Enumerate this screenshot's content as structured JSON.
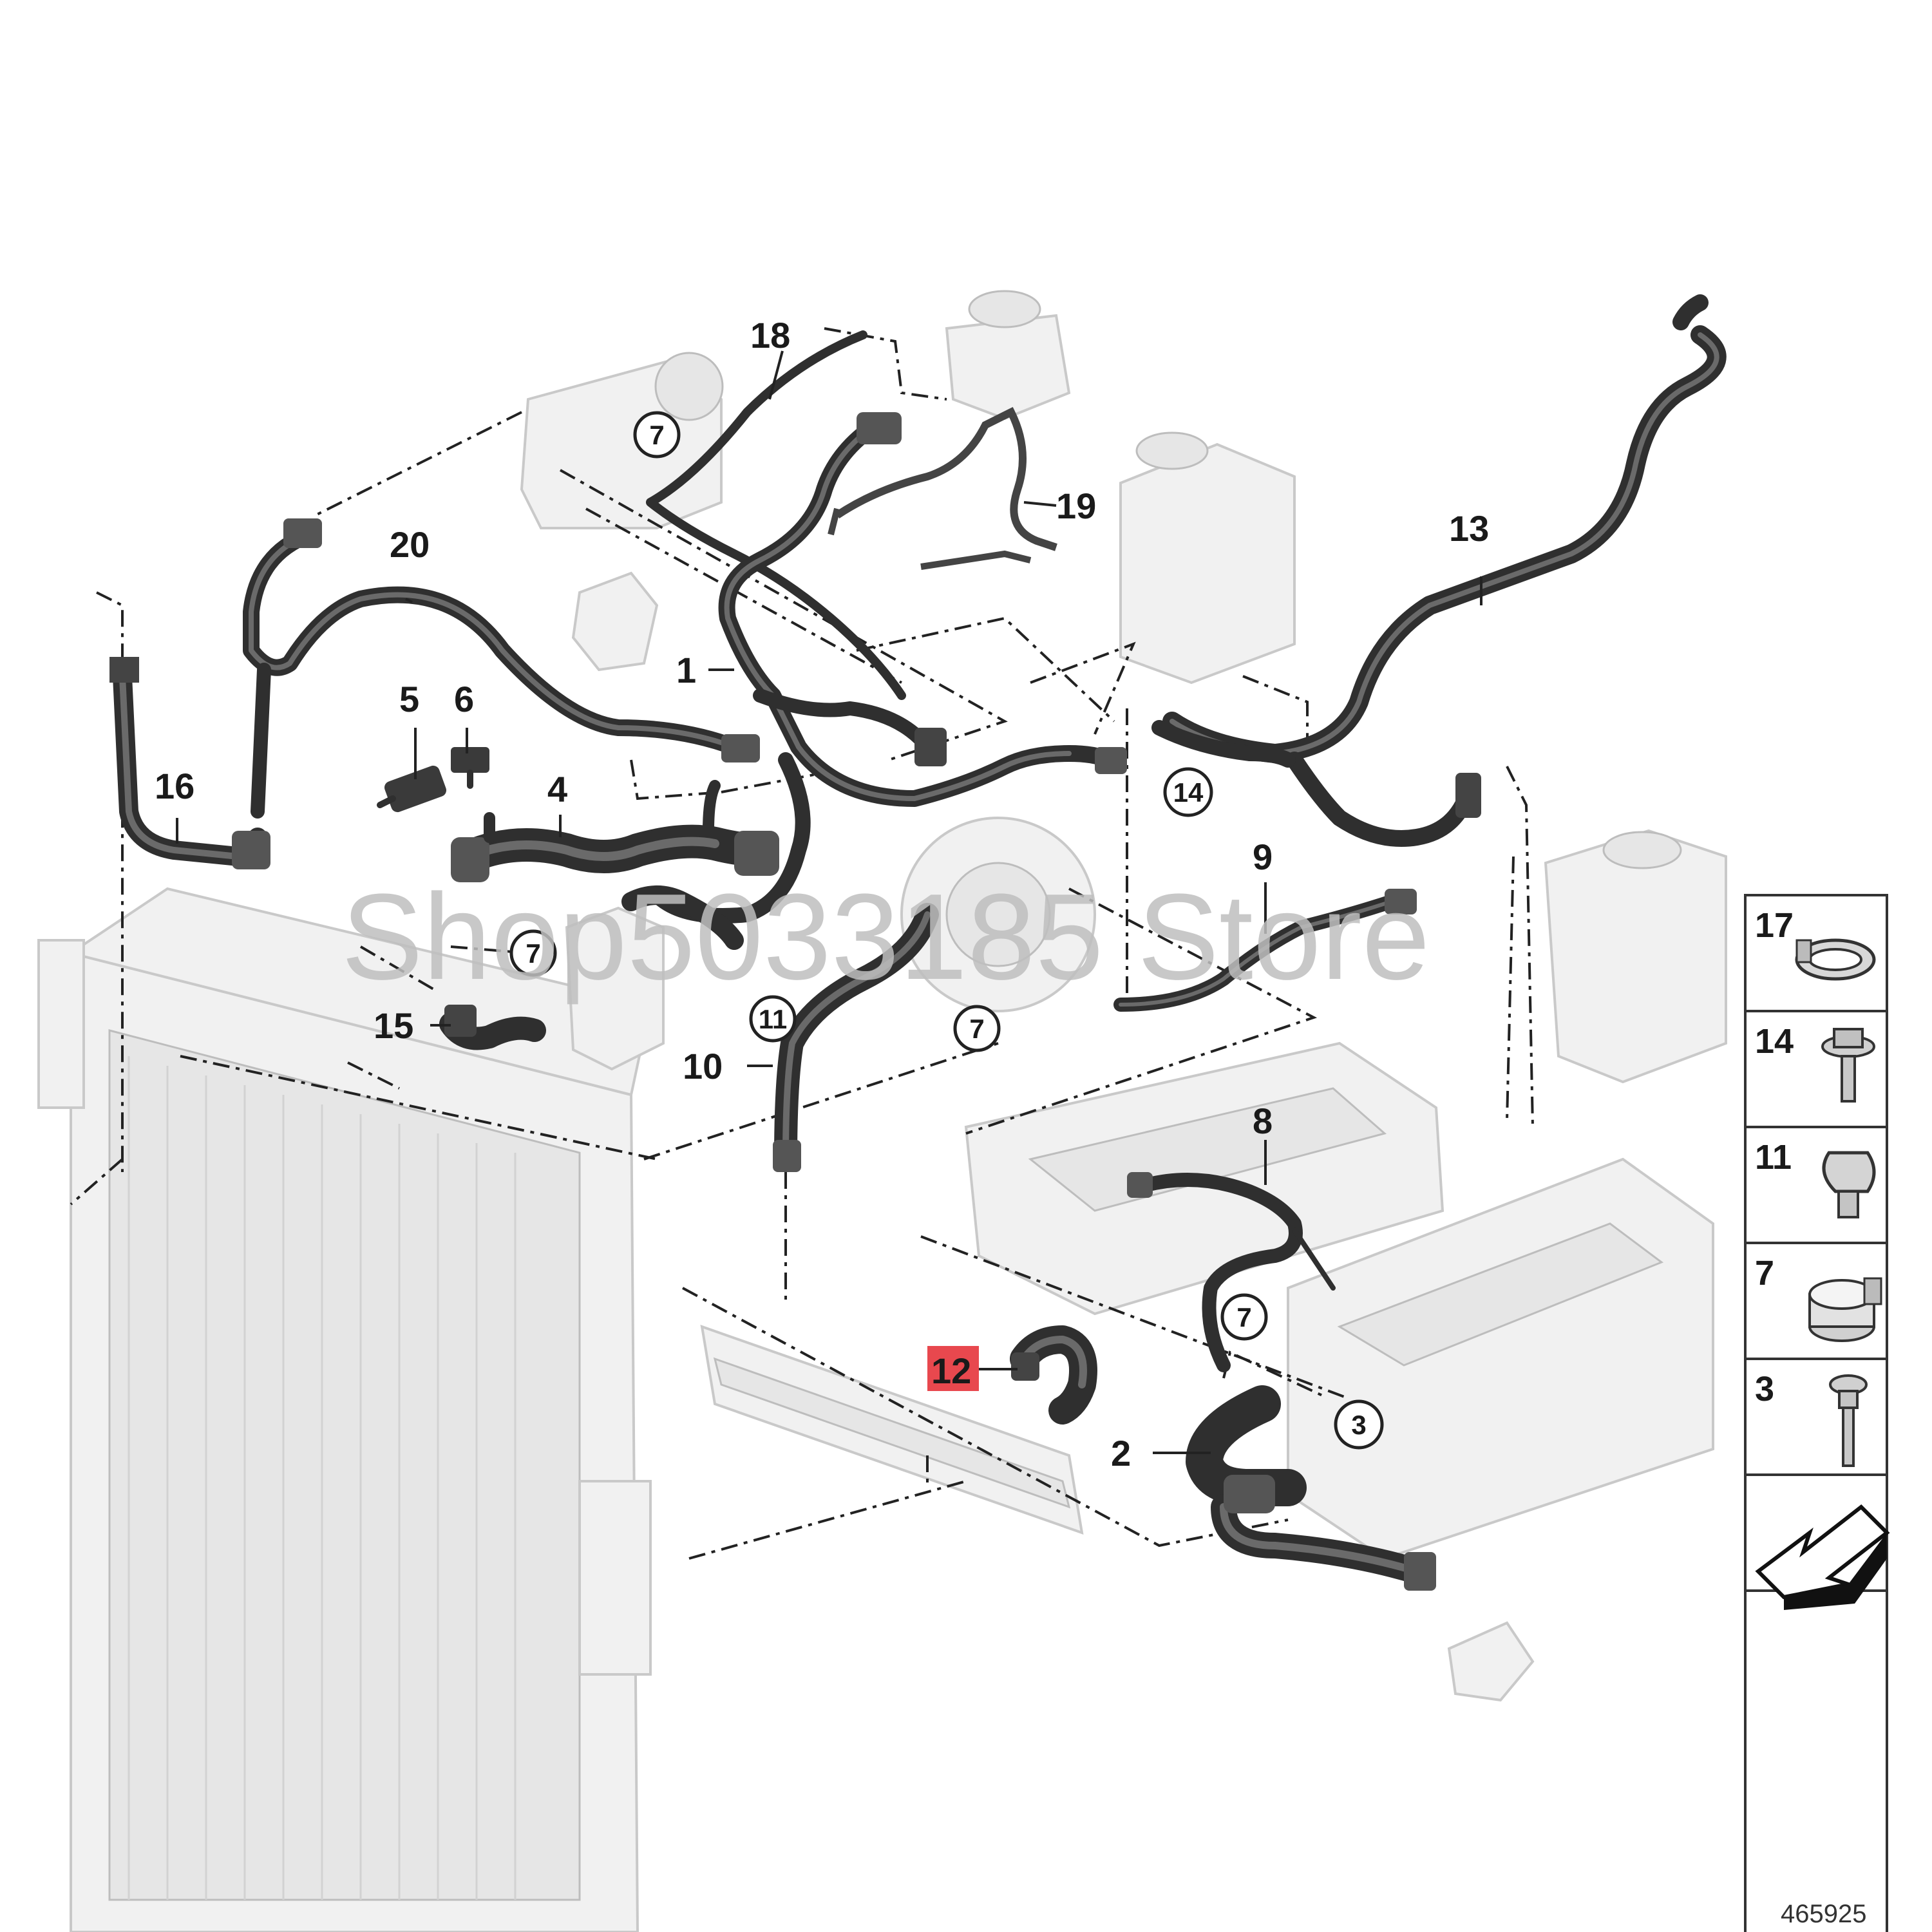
{
  "callouts": {
    "c1": "1",
    "c2": "2",
    "c4": "4",
    "c5": "5",
    "c6": "6",
    "c8": "8",
    "c9": "9",
    "c10": "10",
    "c12": "12",
    "c13": "13",
    "c15": "15",
    "c16": "16",
    "c18": "18",
    "c19": "19",
    "c20": "20"
  },
  "circled": {
    "c7a": "7",
    "c7b": "7",
    "c7c": "7",
    "c7d": "7",
    "c3": "3",
    "c11": "11",
    "c14": "14"
  },
  "legend": {
    "items": [
      {
        "number": "17",
        "icon": "hose-clamp-icon"
      },
      {
        "number": "14",
        "icon": "screw-icon"
      },
      {
        "number": "11",
        "icon": "clip-icon"
      },
      {
        "number": "7",
        "icon": "spring-clamp-icon"
      },
      {
        "number": "3",
        "icon": "bolt-icon"
      }
    ],
    "arrow_icon": "direction-arrow-icon"
  },
  "catalog_number": "465925",
  "watermark": "Shop5033185 Store",
  "highlight": {
    "part": "12",
    "color": "#e8484e"
  },
  "colors": {
    "hose": "#2f2f2f",
    "ghost_parts": "#f1f1f1",
    "line": "#222222"
  }
}
